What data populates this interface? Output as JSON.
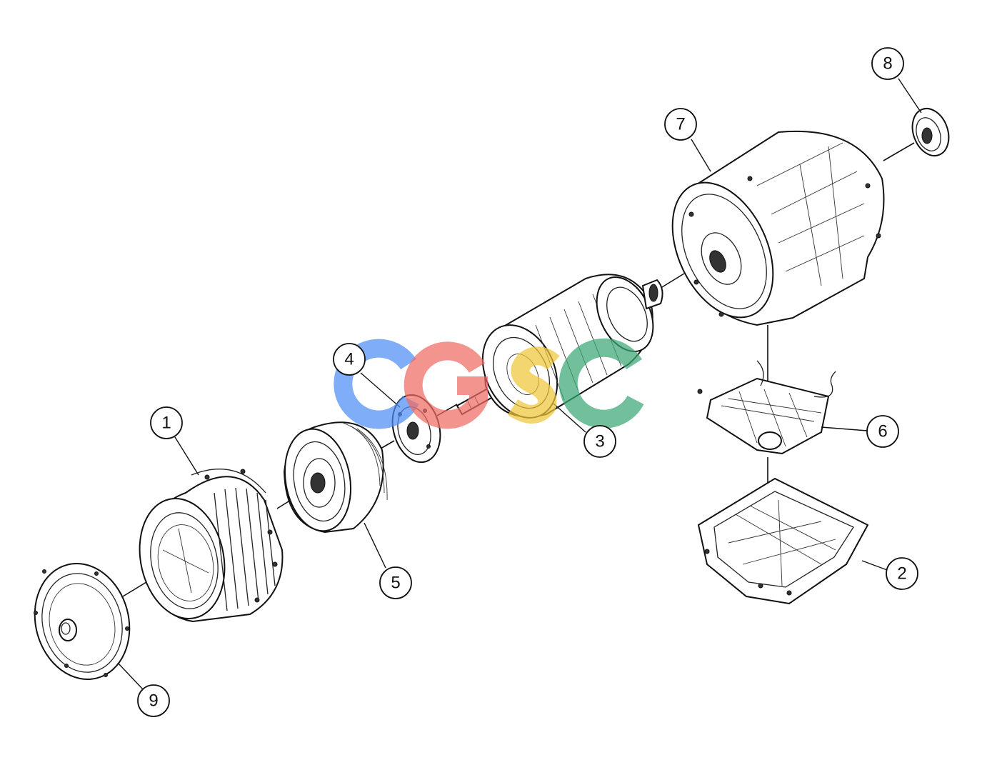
{
  "diagram": {
    "callouts": [
      {
        "id": "1",
        "label": "1"
      },
      {
        "id": "2",
        "label": "2"
      },
      {
        "id": "3",
        "label": "3"
      },
      {
        "id": "4",
        "label": "4"
      },
      {
        "id": "5",
        "label": "5"
      },
      {
        "id": "6",
        "label": "6"
      },
      {
        "id": "7",
        "label": "7"
      },
      {
        "id": "8",
        "label": "8"
      },
      {
        "id": "9",
        "label": "9"
      }
    ],
    "watermark": {
      "lettering": "CGSC",
      "colors": [
        "#4f8ef5",
        "#ef6b62",
        "#f0c63a",
        "#3aa874"
      ]
    }
  }
}
